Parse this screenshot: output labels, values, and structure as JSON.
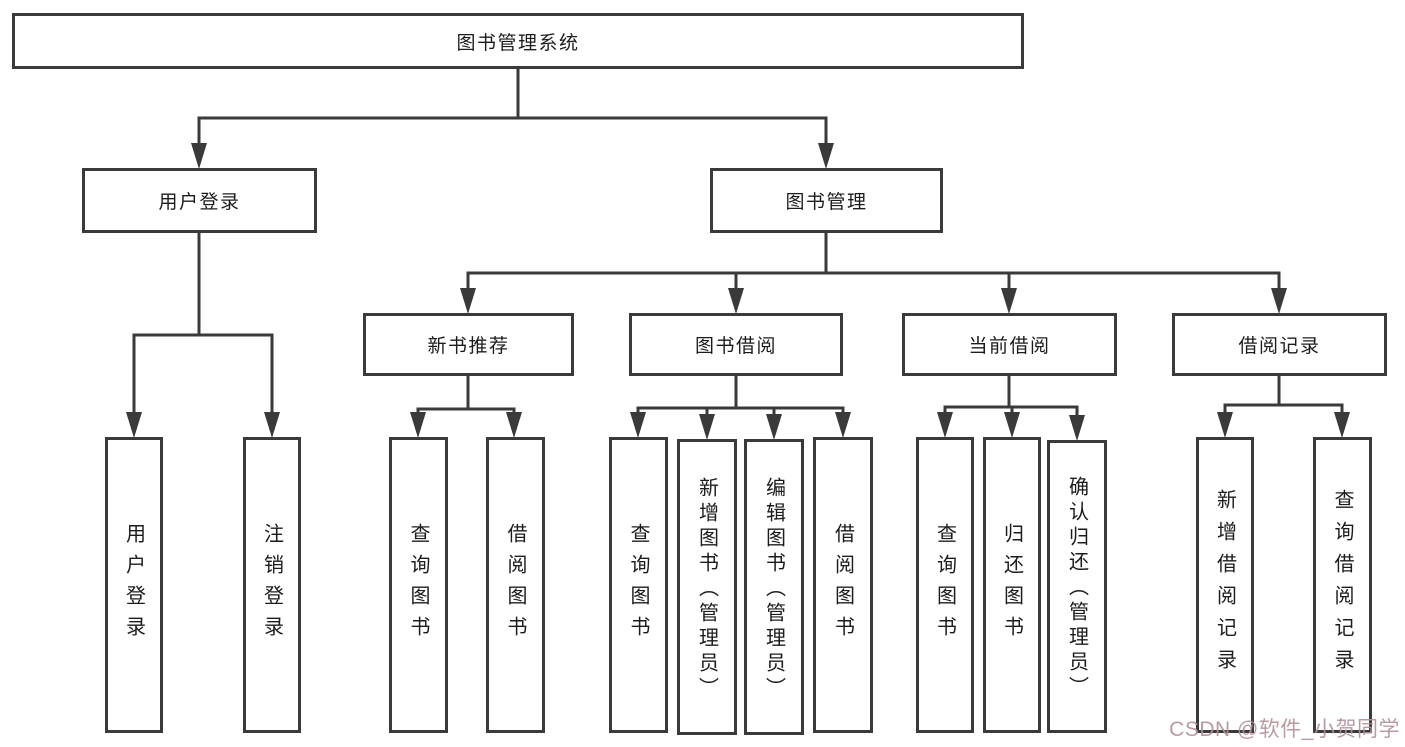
{
  "diagram": {
    "root": {
      "label": "图书管理系统"
    },
    "branches": [
      {
        "label": "用户登录",
        "children": [
          {
            "label": "用户登录"
          },
          {
            "label": "注销登录"
          }
        ]
      },
      {
        "label": "图书管理",
        "children": [
          {
            "label": "新书推荐",
            "children": [
              {
                "label": "查询图书"
              },
              {
                "label": "借阅图书"
              }
            ]
          },
          {
            "label": "图书借阅",
            "children": [
              {
                "label": "查询图书"
              },
              {
                "label": "新增图书（管理员）"
              },
              {
                "label": "编辑图书（管理员）"
              },
              {
                "label": "借阅图书"
              }
            ]
          },
          {
            "label": "当前借阅",
            "children": [
              {
                "label": "查询图书"
              },
              {
                "label": "归还图书"
              },
              {
                "label": "确认归还（管理员）"
              }
            ]
          },
          {
            "label": "借阅记录",
            "children": [
              {
                "label": "新增借阅记录"
              },
              {
                "label": "查询借阅记录"
              }
            ]
          }
        ]
      }
    ]
  },
  "watermark": {
    "text": "CSDN @软件_小贺同学"
  },
  "colors": {
    "line": "#3a3a3a",
    "box_border": "#3a3a3a",
    "text": "#1c1c1c",
    "background": "#ffffff",
    "watermark": "#b29299"
  }
}
